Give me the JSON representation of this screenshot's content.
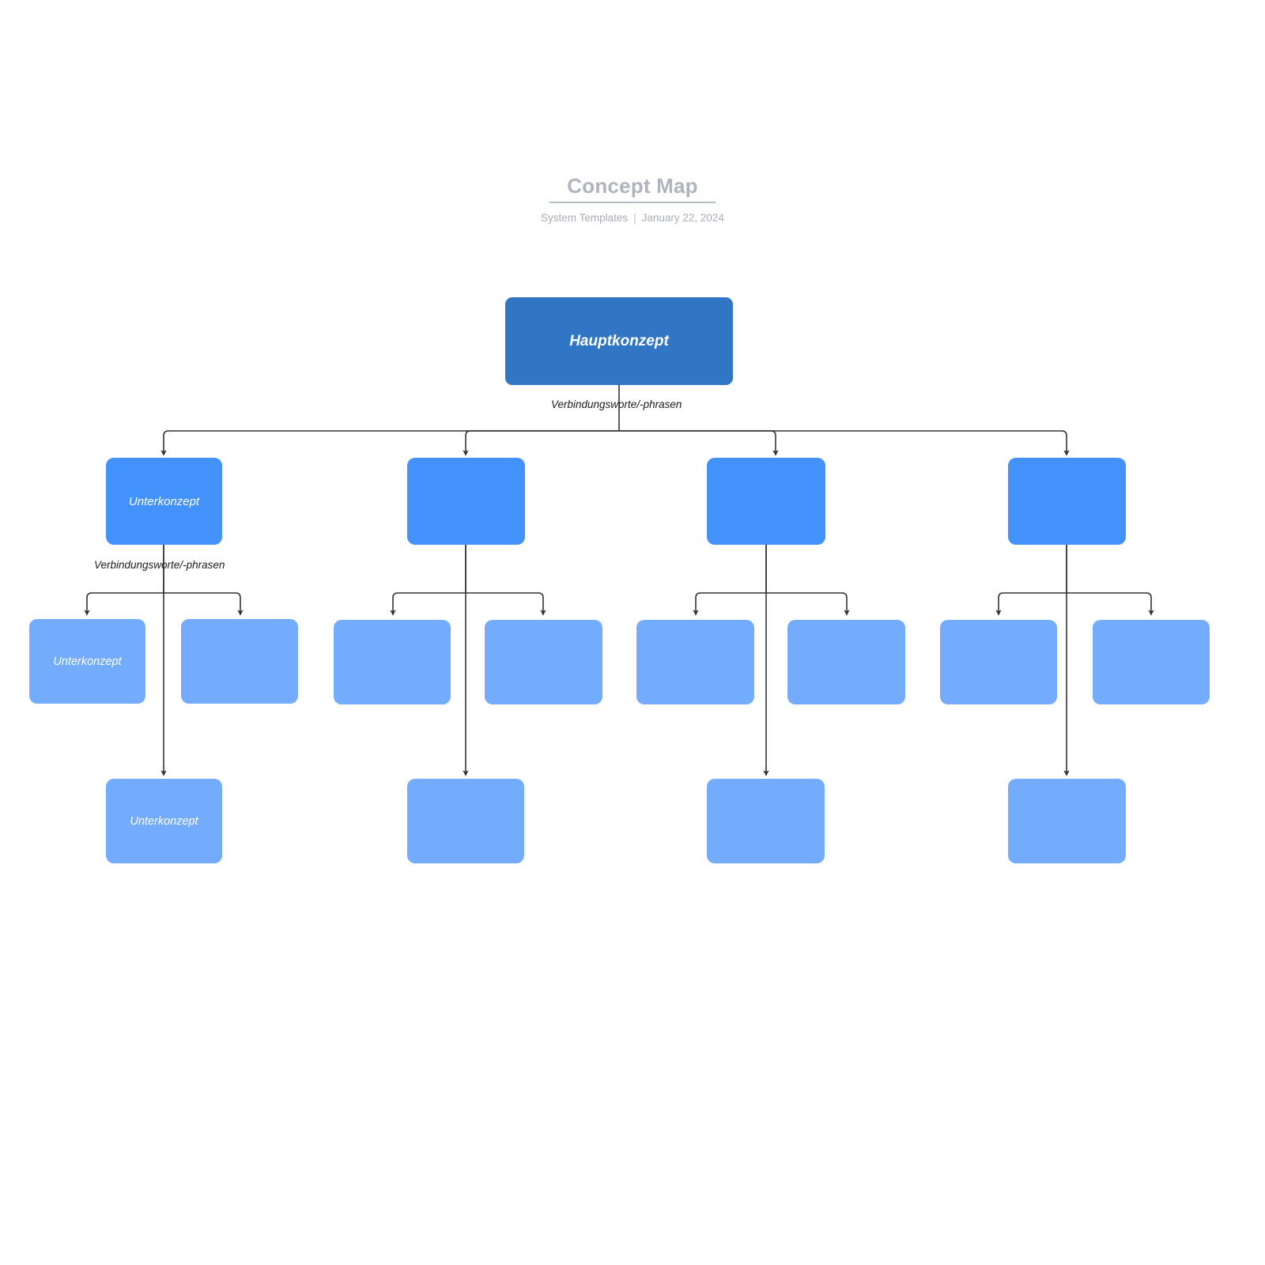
{
  "header": {
    "title": "Concept Map",
    "source": "System Templates",
    "separator": "|",
    "date": "January 22, 2024"
  },
  "palette": {
    "background": "#ffffff",
    "root_fill": "#3076C4",
    "level1_fill": "#4391FB",
    "leaf_fill": "#74ACFD",
    "node_text": "#ffffff",
    "edge_stroke": "#333333",
    "header_text": "#b0b4bd"
  },
  "diagram": {
    "type": "concept-map",
    "root": {
      "label": "Hauptkonzept"
    },
    "edge_labels": {
      "root_to_level1": "Verbindungsworte/-phrasen",
      "level1_to_level2": "Verbindungsworte/-phrasen"
    },
    "level1": [
      {
        "label": "Unterkonzept"
      },
      {
        "label": ""
      },
      {
        "label": ""
      },
      {
        "label": ""
      }
    ],
    "level2": [
      {
        "label": "Unterkonzept"
      },
      {
        "label": ""
      },
      {
        "label": ""
      },
      {
        "label": ""
      },
      {
        "label": ""
      },
      {
        "label": ""
      },
      {
        "label": ""
      },
      {
        "label": ""
      }
    ],
    "level3": [
      {
        "label": "Unterkonzept"
      },
      {
        "label": ""
      },
      {
        "label": ""
      },
      {
        "label": ""
      }
    ]
  }
}
